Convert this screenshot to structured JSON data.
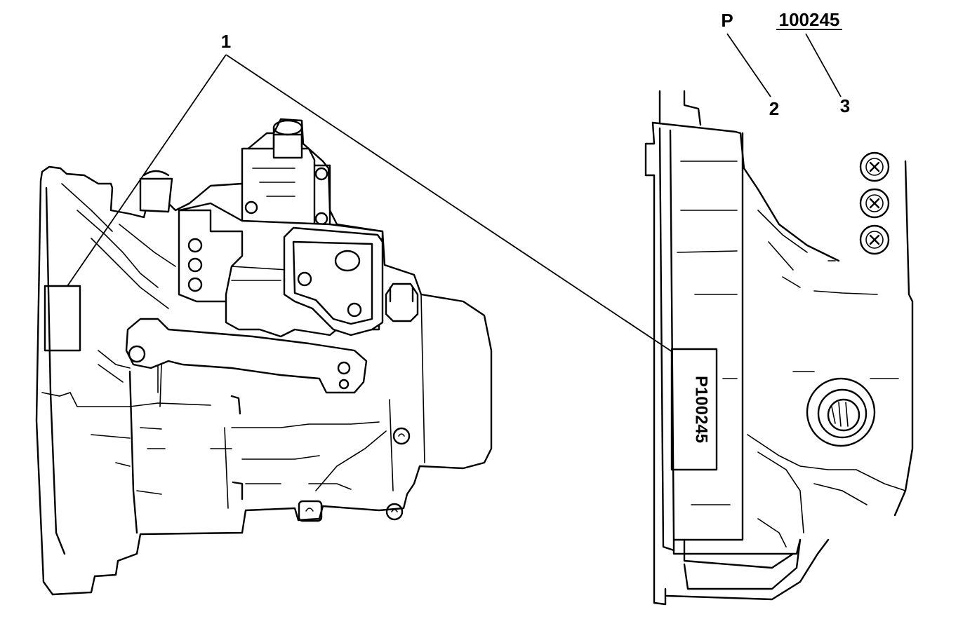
{
  "callouts": {
    "label_1": "1",
    "label_2": "2",
    "label_3": "3",
    "letter_p": "P",
    "code": "100245"
  },
  "plate": {
    "stamp_text": "P100245"
  }
}
